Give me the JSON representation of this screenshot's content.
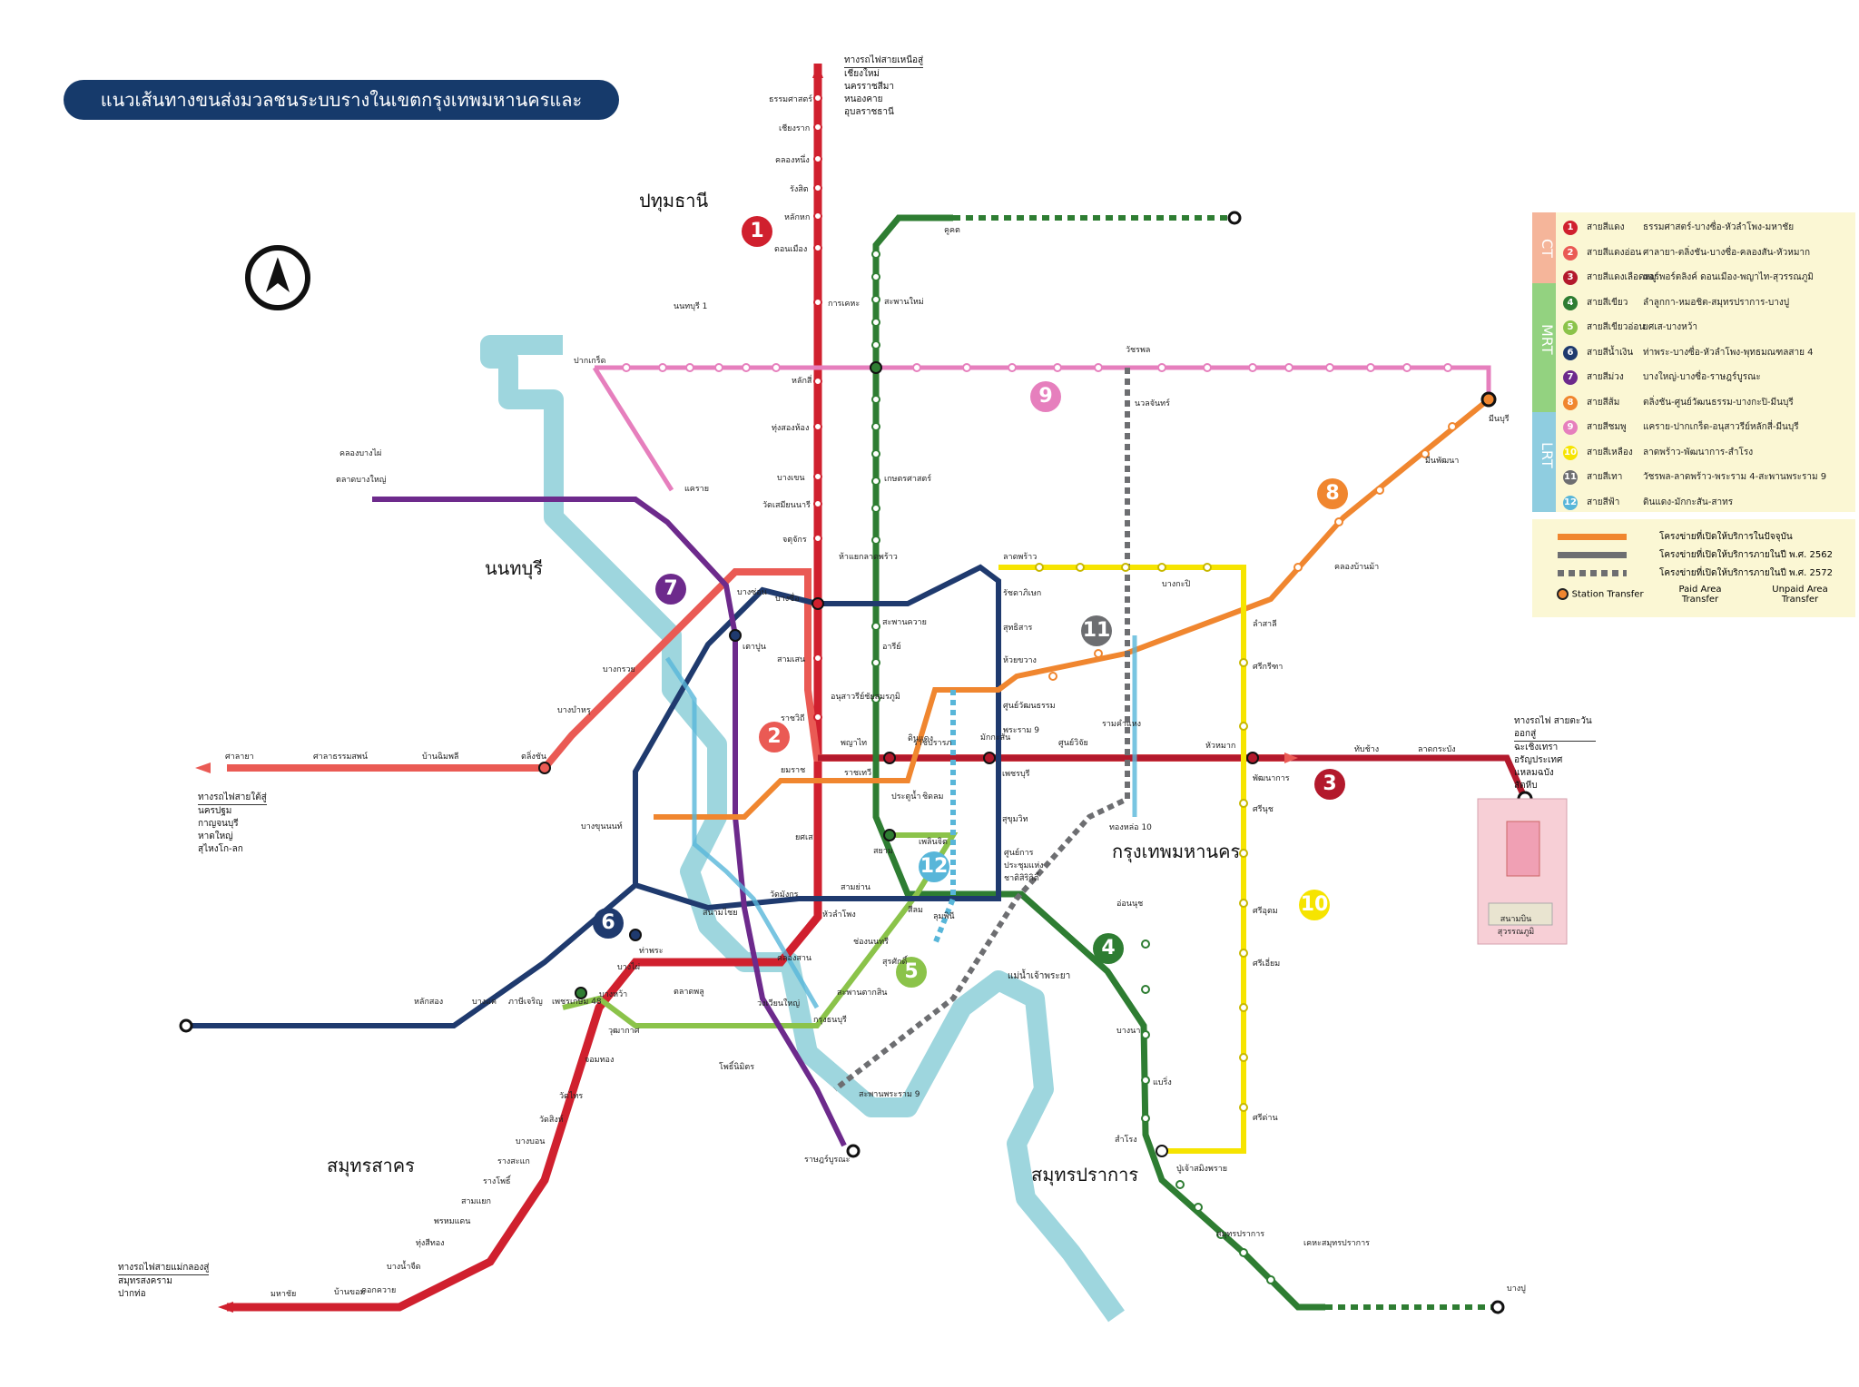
{
  "title": "แนวเส้นทางขนส่งมวลชนระบบรางในเขตกรุงเทพมหานครและปริมณฑล",
  "colors": {
    "red": "#d0202e",
    "light_red": "#ea5a54",
    "dark_red": "#b3192c",
    "green": "#2e7d32",
    "light_green": "#8bc34a",
    "blue": "#1f3a6e",
    "purple": "#6d2a8c",
    "orange": "#f0862f",
    "pink": "#e67fbd",
    "yellow": "#f6e400",
    "grey": "#6d6e71",
    "sky": "#58b6d9",
    "river": "#9ed6de",
    "ct_group": "#f5b59a",
    "mrt_group": "#93d280",
    "lrt_group": "#8fcde0"
  },
  "regions": {
    "pathum": "ปทุมธานี",
    "nonthaburi": "นนทบุรี",
    "bangkok": "กรุงเทพมหานคร",
    "samut_sakhon": "สมุทรสาคร",
    "samut_prakan": "สมุทรปราการ",
    "river": "แม่น้ำเจ้าพระยา"
  },
  "destinations": {
    "north": {
      "title": "ทางรถไฟสายเหนือสู่",
      "lines": [
        "เชียงใหม่",
        "นครราชสีมา",
        "หนองคาย",
        "อุบลราชธานี"
      ]
    },
    "south": {
      "title": "ทางรถไฟสายใต้สู่",
      "lines": [
        "นครปฐม",
        "กาญจนบุรี",
        "หาดใหญ่",
        "สุไหงโก-ลก"
      ]
    },
    "maeklong": {
      "title": "ทางรถไฟสายแม่กลองสู่",
      "lines": [
        "สมุทรสงคราม",
        "ปากท่อ"
      ]
    },
    "east": {
      "title": "ทางรถไฟ สายตะวันออกสู่",
      "lines": [
        "ฉะเชิงเทรา",
        "อรัญประเทศ",
        "แหลมฉบัง",
        "สัตหีบ"
      ]
    },
    "airport": "สนามบิน สุวรรณภูมิ"
  },
  "legend": {
    "groups": [
      "CT",
      "MRT",
      "LRT"
    ],
    "lines": [
      {
        "num": "1",
        "name": "สายสีแดง",
        "route": "ธรรมศาสตร์-บางซื่อ-หัวลำโพง-มหาชัย",
        "color": "#d0202e"
      },
      {
        "num": "2",
        "name": "สายสีแดงอ่อน",
        "route": "ศาลายา-ตลิ่งชัน-บางซื่อ-คลองสัน-หัวหมาก",
        "color": "#ea5a54"
      },
      {
        "num": "3",
        "name": "สายสีแดงเลือดหมู",
        "route": "แอร์พอร์ตลิงค์ ดอนเมือง-พญาไท-สุวรรณภูมิ",
        "color": "#b3192c"
      },
      {
        "num": "4",
        "name": "สายสีเขียว",
        "route": "ลำลูกกา-หมอชิต-สมุทรปราการ-บางปู",
        "color": "#2e7d32"
      },
      {
        "num": "5",
        "name": "สายสีเขียวอ่อน",
        "route": "ยศเส-บางหว้า",
        "color": "#8bc34a"
      },
      {
        "num": "6",
        "name": "สายสีน้ำเงิน",
        "route": "ท่าพระ-บางซื่อ-หัวลำโพง-พุทธมณฑลสาย 4",
        "color": "#1f3a6e"
      },
      {
        "num": "7",
        "name": "สายสีม่วง",
        "route": "บางใหญ่-บางซื่อ-ราษฎร์บูรณะ",
        "color": "#6d2a8c"
      },
      {
        "num": "8",
        "name": "สายสีส้ม",
        "route": "ตลิ่งชัน-ศูนย์วัฒนธรรม-บางกะปิ-มีนบุรี",
        "color": "#f0862f"
      },
      {
        "num": "9",
        "name": "สายสีชมพู",
        "route": "แคราย-ปากเกร็ด-อนุสาวรีย์หลักสี่-มีนบุรี",
        "color": "#e67fbd"
      },
      {
        "num": "10",
        "name": "สายสีเหลือง",
        "route": "ลาดพร้าว-พัฒนาการ-สำโรง",
        "color": "#f6e400"
      },
      {
        "num": "11",
        "name": "สายสีเทา",
        "route": "วัชรพล-ลาดพร้าว-พระราม 4-สะพานพระราม 9",
        "color": "#6d6e71"
      },
      {
        "num": "12",
        "name": "สายสีฟ้า",
        "route": "ดินแดง-มักกะสัน-สาทร",
        "color": "#58b6d9"
      }
    ],
    "status": [
      "โครงข่ายที่เปิดให้บริการในปัจจุบัน",
      "โครงข่ายที่เปิดให้บริการภายในปี พ.ศ. 2562",
      "โครงข่ายที่เปิดให้บริการภายในปี พ.ศ. 2572"
    ],
    "transfers": [
      "Station Transfer",
      "Paid Area Transfer",
      "Unpaid Area Transfer"
    ]
  },
  "stations": [
    {
      "id": "s1",
      "label": "ธรรมศาสตร์"
    },
    {
      "id": "s2",
      "label": "เชียงราก"
    },
    {
      "id": "s3",
      "label": "คลองหนึ่ง"
    },
    {
      "id": "s4",
      "label": "รังสิต"
    },
    {
      "id": "s5",
      "label": "หลักหก"
    },
    {
      "id": "s6",
      "label": "ดอนเมือง"
    },
    {
      "id": "s7",
      "label": "การเคหะ"
    },
    {
      "id": "s8",
      "label": "หลักสี่"
    },
    {
      "id": "s9",
      "label": "ทุ่งสองห้อง"
    },
    {
      "id": "s10",
      "label": "บางเขน"
    },
    {
      "id": "s11",
      "label": "วัดเสมียนนารี"
    },
    {
      "id": "s12",
      "label": "จตุจักร"
    },
    {
      "id": "s13",
      "label": "บางซื่อ"
    },
    {
      "id": "s14",
      "label": "สามเสน"
    },
    {
      "id": "s15",
      "label": "ราชวิถี"
    },
    {
      "id": "s16",
      "label": "ยมราช"
    },
    {
      "id": "s17",
      "label": "หัวลำโพง"
    },
    {
      "id": "s18",
      "label": "วงเวียนใหญ่"
    },
    {
      "id": "s19",
      "label": "ตลาดพลู"
    },
    {
      "id": "s20",
      "label": "วุฒากาศ"
    },
    {
      "id": "s21",
      "label": "จอมทอง"
    },
    {
      "id": "s22",
      "label": "วัดไทร"
    },
    {
      "id": "s23",
      "label": "วัดสิงห์"
    },
    {
      "id": "s24",
      "label": "บางบอน"
    },
    {
      "id": "s25",
      "label": "รางสะแก"
    },
    {
      "id": "s26",
      "label": "รางโพธิ์"
    },
    {
      "id": "s27",
      "label": "สามแยก"
    },
    {
      "id": "s28",
      "label": "พรหมแดน"
    },
    {
      "id": "s29",
      "label": "ทุ่งสีทอง"
    },
    {
      "id": "s30",
      "label": "บางน้ำจืด"
    },
    {
      "id": "s31",
      "label": "คอกควาย"
    },
    {
      "id": "s32",
      "label": "บ้านขอม"
    },
    {
      "id": "s33",
      "label": "มหาชัย"
    },
    {
      "id": "s34",
      "label": "ศาลายา"
    },
    {
      "id": "s35",
      "label": "ศาลาธรรมสพน์"
    },
    {
      "id": "s36",
      "label": "บ้านฉิมพลี"
    },
    {
      "id": "s37",
      "label": "ตลิ่งชัน"
    },
    {
      "id": "s38",
      "label": "บางบำหรุ"
    },
    {
      "id": "s39",
      "label": "บางกรวย"
    },
    {
      "id": "s40",
      "label": "บางซ่อน"
    },
    {
      "id": "s41",
      "label": "ปากเกร็ด"
    },
    {
      "id": "s42",
      "label": "แคราย"
    },
    {
      "id": "s43",
      "label": "คลองบางไผ่"
    },
    {
      "id": "s44",
      "label": "ตลาดบางใหญ่"
    },
    {
      "id": "s45",
      "label": "ท่าพระ"
    },
    {
      "id": "s46",
      "label": "บางหว้า"
    },
    {
      "id": "s47",
      "label": "บางไผ่"
    },
    {
      "id": "s48",
      "label": "เพชรเกษม 48"
    },
    {
      "id": "s49",
      "label": "หลักสอง"
    },
    {
      "id": "s50",
      "label": "บางแค"
    },
    {
      "id": "s51",
      "label": "ภาษีเจริญ"
    },
    {
      "id": "s52",
      "label": "พญาไท"
    },
    {
      "id": "s53",
      "label": "ราชปรารภ"
    },
    {
      "id": "s54",
      "label": "มักกะสัน"
    },
    {
      "id": "s55",
      "label": "ศูนย์วิจัย"
    },
    {
      "id": "s56",
      "label": "รามคำแหง"
    },
    {
      "id": "s57",
      "label": "หัวหมาก"
    },
    {
      "id": "s58",
      "label": "ทับช้าง"
    },
    {
      "id": "s59",
      "label": "ลาดกระบัง"
    },
    {
      "id": "s60",
      "label": "สยาม"
    },
    {
      "id": "s61",
      "label": "อนุสาวรีย์ชัยสมรภูมิ"
    },
    {
      "id": "s62",
      "label": "สะพานควาย"
    },
    {
      "id": "s63",
      "label": "อารีย์"
    },
    {
      "id": "s64",
      "label": "ห้าแยกลาดพร้าว"
    },
    {
      "id": "s65",
      "label": "สะพานตากสิน"
    },
    {
      "id": "s66",
      "label": "อ่อนนุช"
    },
    {
      "id": "s67",
      "label": "บางนา"
    },
    {
      "id": "s68",
      "label": "แบริ่ง"
    },
    {
      "id": "s69",
      "label": "สำโรง"
    },
    {
      "id": "s70",
      "label": "ปู่เจ้าสมิงพราย"
    },
    {
      "id": "s71",
      "label": "สมุทรปราการ"
    },
    {
      "id": "s72",
      "label": "เคหะสมุทรปราการ"
    },
    {
      "id": "s73",
      "label": "บางปู"
    },
    {
      "id": "s74",
      "label": "คูคต"
    },
    {
      "id": "s75",
      "label": "สะพานใหม่"
    },
    {
      "id": "s76",
      "label": "เกษตรศาสตร์"
    },
    {
      "id": "s77",
      "label": "ลาดพร้าว"
    },
    {
      "id": "s78",
      "label": "รัชดาภิเษก"
    },
    {
      "id": "s79",
      "label": "สุทธิสาร"
    },
    {
      "id": "s80",
      "label": "ห้วยขวาง"
    },
    {
      "id": "s81",
      "label": "ศูนย์วัฒนธรรม"
    },
    {
      "id": "s82",
      "label": "พระราม 9"
    },
    {
      "id": "s83",
      "label": "เพชรบุรี"
    },
    {
      "id": "s84",
      "label": "สุขุมวิท"
    },
    {
      "id": "s85",
      "label": "ศูนย์การประชุมแห่งชาติสิริกิติ์"
    },
    {
      "id": "s86",
      "label": "สีลม"
    },
    {
      "id": "s87",
      "label": "สามย่าน"
    },
    {
      "id": "s88",
      "label": "ดินแดง"
    },
    {
      "id": "s89",
      "label": "ประตูน้ำ"
    },
    {
      "id": "s90",
      "label": "มีนบุรี"
    },
    {
      "id": "s91",
      "label": "บางกะปิ"
    },
    {
      "id": "s92",
      "label": "ลำสาลี"
    },
    {
      "id": "s93",
      "label": "ศรีกรีฑา"
    },
    {
      "id": "s94",
      "label": "พัฒนาการ"
    },
    {
      "id": "s95",
      "label": "ศรีนุช"
    },
    {
      "id": "s96",
      "label": "ศรีอุดม"
    },
    {
      "id": "s97",
      "label": "ศรีเอี่ยม"
    },
    {
      "id": "s98",
      "label": "ศรีด่าน"
    },
    {
      "id": "s99",
      "label": "วัชรพล"
    },
    {
      "id": "s100",
      "label": "นวลจันทร์"
    },
    {
      "id": "s101",
      "label": "ทองหล่อ 10"
    },
    {
      "id": "s102",
      "label": "สะพานพระราม 9"
    },
    {
      "id": "s103",
      "label": "ราษฎร์บูรณะ"
    },
    {
      "id": "s104",
      "label": "เตาปูน"
    },
    {
      "id": "s105",
      "label": "บางขุนนนท์"
    },
    {
      "id": "s106",
      "label": "สนามไชย"
    },
    {
      "id": "s107",
      "label": "ยศเส"
    },
    {
      "id": "s108",
      "label": "ราชเทวี"
    },
    {
      "id": "s109",
      "label": "ชิดลม"
    },
    {
      "id": "s110",
      "label": "เพลินจิต"
    },
    {
      "id": "s111",
      "label": "ลุมพินี"
    },
    {
      "id": "s112",
      "label": "ช่องนนทรี"
    },
    {
      "id": "s113",
      "label": "สุรศักดิ์"
    },
    {
      "id": "s114",
      "label": "กรุงธนบุรี"
    },
    {
      "id": "s115",
      "label": "โพธิ์นิมิตร"
    },
    {
      "id": "s116",
      "label": "วัดมังกร"
    },
    {
      "id": "s117",
      "label": "คลองสาน"
    },
    {
      "id": "s118",
      "label": "นนทบุรี 1"
    },
    {
      "id": "s119",
      "label": "มีนพัฒนา"
    },
    {
      "id": "s120",
      "label": "คลองบ้านม้า"
    }
  ]
}
